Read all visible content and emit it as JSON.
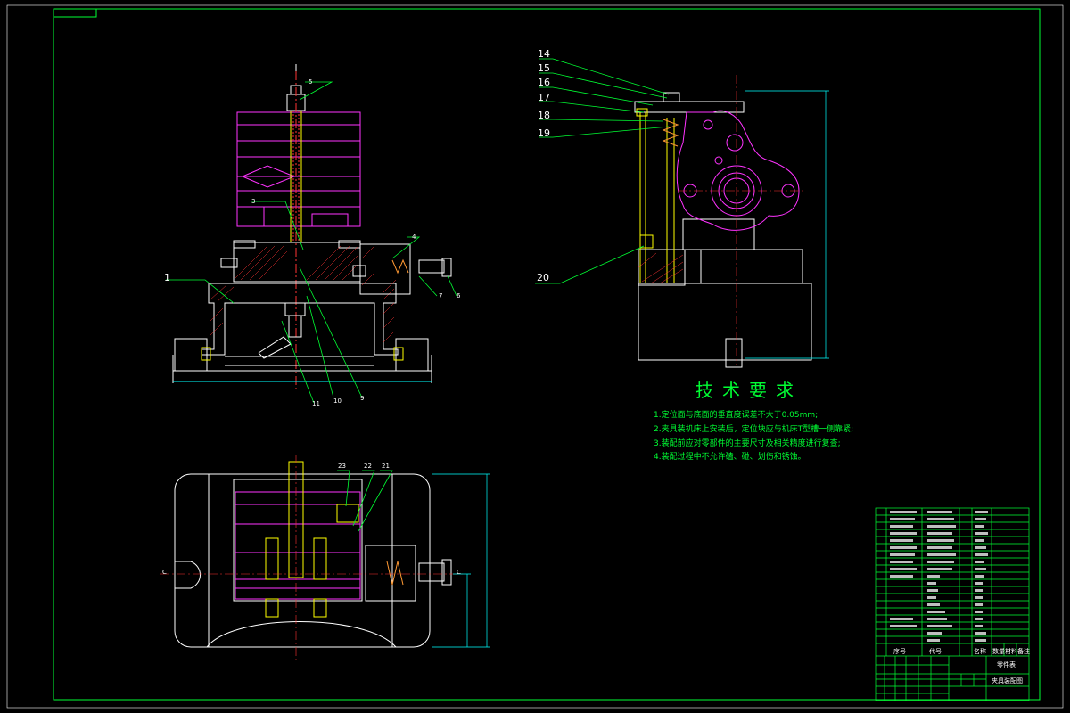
{
  "drawing": {
    "colors": {
      "background": "#000000",
      "frame": "#00ff33",
      "outline": "#ffffff",
      "part": "#ff33ff",
      "section_fill": "#ff3333",
      "center_line": "#ff3333",
      "dimension": "#00ffff",
      "leader": "#00ff33",
      "shaft": "#ffff00",
      "highlight": "#ff9933"
    },
    "front_view_callouts": [
      "1",
      "3",
      "4",
      "5",
      "6",
      "7",
      "9",
      "10",
      "11"
    ],
    "side_view_callouts": [
      "14",
      "15",
      "16",
      "17",
      "18",
      "19",
      "20"
    ],
    "plan_view_callouts": [
      "23",
      "22",
      "21"
    ],
    "section_marks": [
      "C",
      "C"
    ],
    "technical_requirements": {
      "title": "技术要求",
      "items": [
        "1.定位面与底面的垂直度误差不大于0.05mm;",
        "2.夹具装机床上安装后，定位块应与机床T型槽一侧靠紧;",
        "3.装配前应对零部件的主要尺寸及相关精度进行复查;",
        "4.装配过程中不允许磕、碰、划伤和锈蚀。"
      ]
    },
    "title_block": {
      "drawing_name": "夹具装配图",
      "heading": "零件表",
      "footer_labels": [
        "序号",
        "代号",
        "名称",
        "数量",
        "材料",
        "备注"
      ]
    }
  }
}
